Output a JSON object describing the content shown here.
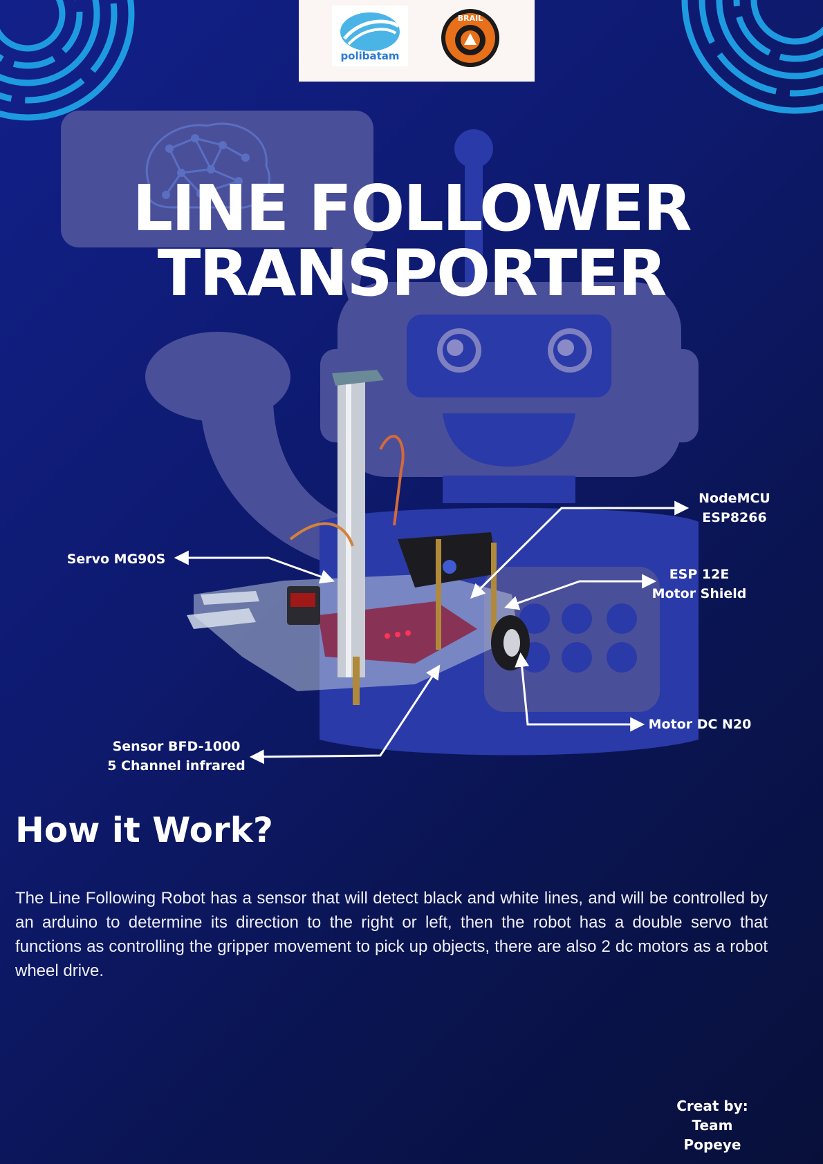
{
  "header": {
    "logos": [
      {
        "name": "polibatam-logo",
        "text": "polibatam"
      },
      {
        "name": "brail-logo",
        "text": "BRAIL"
      }
    ]
  },
  "title": {
    "line1": "LINE FOLLOWER",
    "line2": "TRANSPORTER"
  },
  "components": {
    "nodemcu": {
      "line1": "NodeMCU",
      "line2": "ESP8266"
    },
    "servo": "Servo MG90S",
    "esp_shield": {
      "line1": "ESP 12E",
      "line2": "Motor Shield"
    },
    "motor": "Motor DC N20",
    "sensor": {
      "line1": "Sensor BFD-1000",
      "line2": "5 Channel infrared"
    }
  },
  "section": {
    "heading": "How it Work?",
    "description": "The Line Following Robot has a sensor that will detect black and white lines, and will be controlled by an arduino to determine its direction to the right or left, then the robot has a double servo that functions as controlling the gripper movement to pick up objects, there are also 2 dc motors as a robot wheel drive."
  },
  "footer": {
    "credit_line1": "Creat by:",
    "credit_line2": "Team Popeye"
  },
  "colors": {
    "background": "#0e1a6e",
    "accent_blue": "#1e9be0",
    "illustration": "#4a4f9a"
  }
}
